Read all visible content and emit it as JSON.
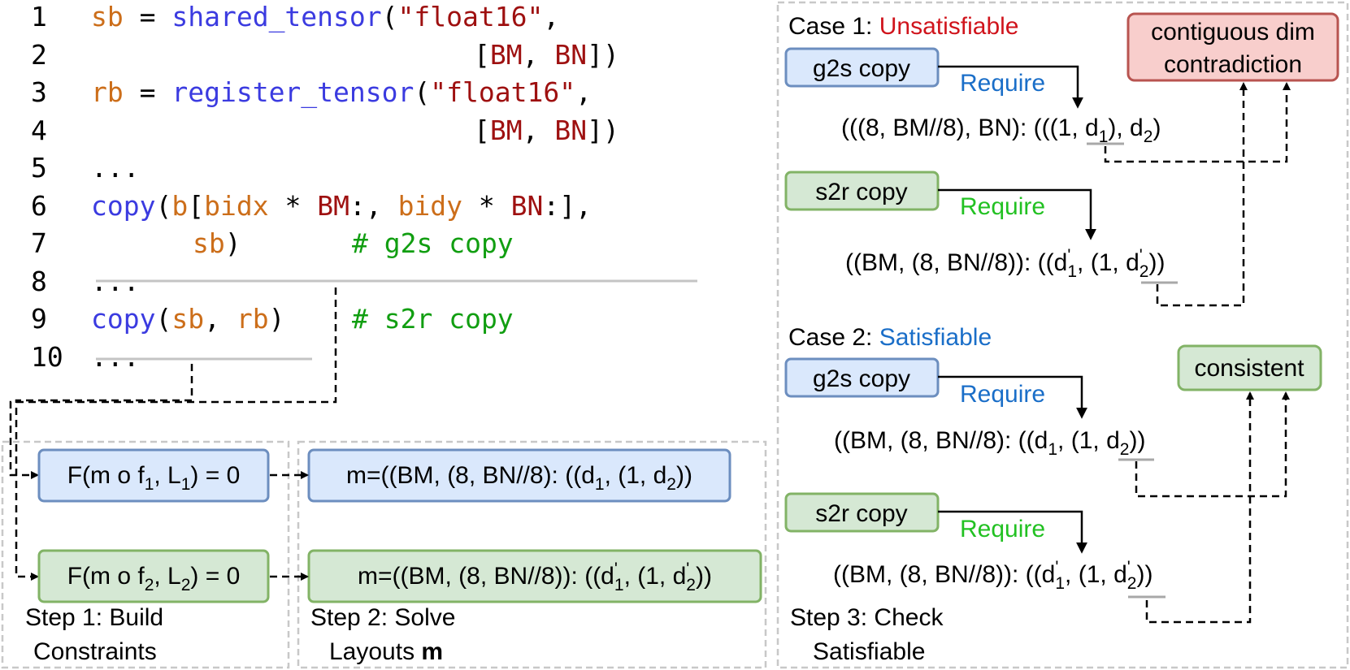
{
  "colors": {
    "keyword": "#cc6e1a",
    "func": "#3b3be0",
    "str": "#9e1010",
    "comment": "#119e11",
    "red_text": "#d0141c",
    "blue_text": "#1a6ec8",
    "green_text": "#22c122",
    "blue_fill": "#dae8fc",
    "blue_stroke": "#6c8ebf",
    "green_fill": "#d5e8d4",
    "green_stroke": "#82b366",
    "red_fill": "#f8cecc",
    "red_stroke": "#b85450"
  },
  "code": {
    "line_numbers": [
      "1",
      "2",
      "3",
      "4",
      "5",
      "6",
      "7",
      "8",
      "9",
      "10"
    ],
    "l1": {
      "a": "sb",
      "b": " = ",
      "c": "shared_tensor",
      "d": "(",
      "e": "\"float16\"",
      "f": ","
    },
    "l2": {
      "a": "[",
      "b": "BM",
      "c": ", ",
      "d": "BN",
      "e": "])"
    },
    "l3": {
      "a": "rb",
      "b": " = ",
      "c": "register_tensor",
      "d": "(",
      "e": "\"float16\"",
      "f": ","
    },
    "l4": {
      "a": "[",
      "b": "BM",
      "c": ", ",
      "d": "BN",
      "e": "])"
    },
    "l5": "...",
    "l6": {
      "a": "copy",
      "b": "(",
      "c": "b",
      "d": "[",
      "e": "bidx",
      "f": " * ",
      "g": "BM",
      "h": ":, ",
      "i": "bidy",
      "j": " * ",
      "k": "BN",
      "l": ":],"
    },
    "l7": {
      "a": "sb",
      "b": ")",
      "c": "# g2s copy"
    },
    "l8": "...",
    "l9": {
      "a": "copy",
      "b": "(",
      "c": "sb",
      "d": ", ",
      "e": "rb",
      "f": ")",
      "g": "# s2r copy"
    },
    "l10": "..."
  },
  "steps": {
    "step1_label_1": "Step 1: Build",
    "step1_label_2": "Constraints",
    "step2_label_1": "Step 2: Solve",
    "step2_label_2": "Layouts ",
    "step2_label_m": "m",
    "step3_label_1": "Step 3: Check",
    "step3_label_2": "Satisfiable",
    "constraint1": {
      "a": "F(m o f",
      "s1": "1",
      "b": ", L",
      "s2": "1",
      "c": ") = 0"
    },
    "constraint2": {
      "a": "F(m o f",
      "s1": "2",
      "b": ", L",
      "s2": "2",
      "c": ") = 0"
    },
    "layout1": {
      "a": "m=((BM, (8, BN//8): ((d",
      "s1": "1",
      "b": ", (1, d",
      "s2": "2",
      "c": "))"
    },
    "layout2": {
      "a": "m=((BM, (8, BN//8)): ((d",
      "p1": "'",
      "s1": "1",
      "b": ", (1,  d",
      "p2": "'",
      "s2": "2",
      "c": "))"
    }
  },
  "case1": {
    "title": "Case 1: ",
    "status": "Unsatisfiable",
    "g2s_label": "g2s copy",
    "s2r_label": "s2r copy",
    "require": "Require",
    "result_line1": "contiguous dim",
    "result_line2": "contradiction",
    "layout_g2s": {
      "a": "(((8, BM//8), BN): (((",
      "u": "1",
      "b": ", d",
      "s1": "1",
      "c": "), d",
      "s2": "2",
      "d": ")"
    },
    "layout_s2r": {
      "a": "((BM, (8, BN//8)): ((d",
      "p1": "'",
      "s1": "1",
      "b": ", (",
      "u": "1",
      "c": ", d",
      "p2": "'",
      "s2": "2",
      "d": "))"
    }
  },
  "case2": {
    "title": "Case 2: ",
    "status": "Satisfiable",
    "g2s_label": "g2s copy",
    "s2r_label": "s2r copy",
    "require": "Require",
    "result": "consistent",
    "layout_g2s": {
      "a": "((BM, (8, BN//8): ((d",
      "s1": "1",
      "b": ", (",
      "u": "1",
      "c": ", d",
      "s2": "2",
      "d": "))"
    },
    "layout_s2r": {
      "a": "((BM, (8, BN//8)): ((d",
      "p1": "'",
      "s1": "1",
      "b": ", (",
      "u": "1",
      "c": ", d",
      "p2": "'",
      "s2": "2",
      "d": "))"
    }
  }
}
